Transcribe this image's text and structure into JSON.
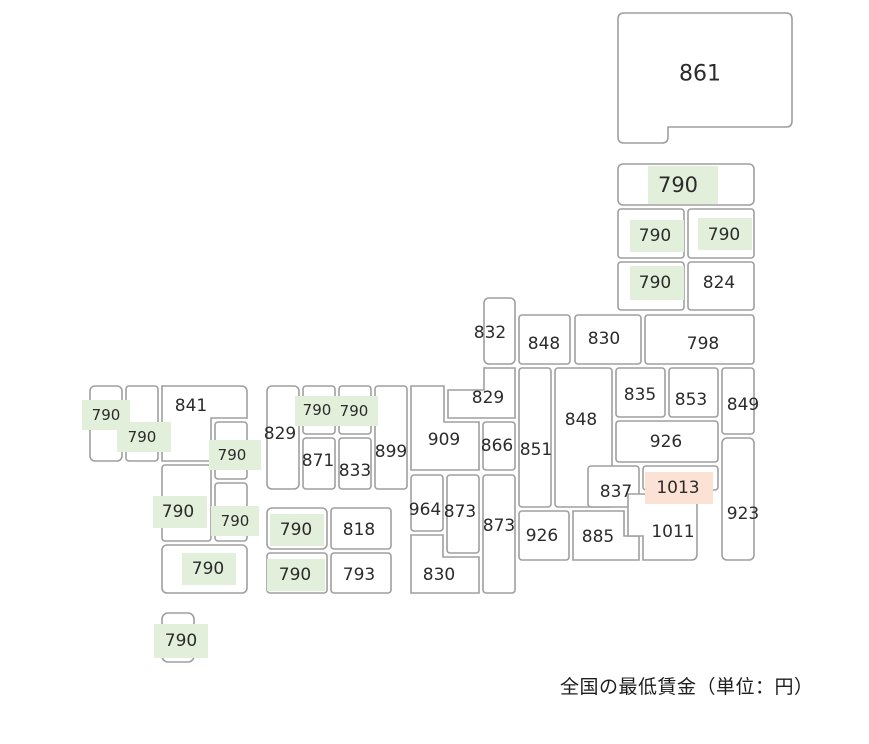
{
  "map": {
    "caption": "全国の最低賃金（単位：円）",
    "colors": {
      "outline": "#9f9f9f",
      "minimum_highlight": "#e2efda",
      "maximum_highlight": "#fbe2d5",
      "text": "#2b2b2b"
    },
    "regions": [
      {
        "id": "hokkaido",
        "value": "861"
      },
      {
        "id": "aomori",
        "value": "790"
      },
      {
        "id": "akita",
        "value": "790"
      },
      {
        "id": "iwate",
        "value": "790"
      },
      {
        "id": "yamagata",
        "value": "790"
      },
      {
        "id": "miyagi",
        "value": "824"
      },
      {
        "id": "niigata",
        "value": "830"
      },
      {
        "id": "fukushima",
        "value": "798"
      },
      {
        "id": "ishikawa",
        "value": "832"
      },
      {
        "id": "toyama",
        "value": "848"
      },
      {
        "id": "fukui",
        "value": "829"
      },
      {
        "id": "nagano",
        "value": "848"
      },
      {
        "id": "gifu",
        "value": "851"
      },
      {
        "id": "aichi",
        "value": "926"
      },
      {
        "id": "gunma",
        "value": "835"
      },
      {
        "id": "tochigi",
        "value": "853"
      },
      {
        "id": "ibaraki",
        "value": "849"
      },
      {
        "id": "saitama",
        "value": "926"
      },
      {
        "id": "yamanashi",
        "value": "837"
      },
      {
        "id": "tokyo",
        "value": "1013"
      },
      {
        "id": "chiba",
        "value": "923"
      },
      {
        "id": "shizuoka",
        "value": "885"
      },
      {
        "id": "kanagawa",
        "value": "1011"
      },
      {
        "id": "kyoto",
        "value": "909"
      },
      {
        "id": "shiga",
        "value": "866"
      },
      {
        "id": "hyogo",
        "value": "899"
      },
      {
        "id": "osaka",
        "value": "964"
      },
      {
        "id": "nara",
        "value": "873"
      },
      {
        "id": "mie",
        "value": "873"
      },
      {
        "id": "wakayama",
        "value": "830"
      },
      {
        "id": "shimane",
        "value": "790"
      },
      {
        "id": "tottori",
        "value": "790"
      },
      {
        "id": "yamaguchi",
        "value": "829"
      },
      {
        "id": "hiroshima",
        "value": "871"
      },
      {
        "id": "okayama",
        "value": "833"
      },
      {
        "id": "ehime",
        "value": "790"
      },
      {
        "id": "kagawa",
        "value": "818"
      },
      {
        "id": "kochi",
        "value": "790"
      },
      {
        "id": "tokushima",
        "value": "793"
      },
      {
        "id": "nagasaki",
        "value": "790"
      },
      {
        "id": "saga",
        "value": "790"
      },
      {
        "id": "fukuoka",
        "value": "841"
      },
      {
        "id": "oita",
        "value": "790"
      },
      {
        "id": "kumamoto",
        "value": "790"
      },
      {
        "id": "miyazaki",
        "value": "790"
      },
      {
        "id": "kagoshima",
        "value": "790"
      },
      {
        "id": "okinawa",
        "value": "790"
      }
    ]
  }
}
